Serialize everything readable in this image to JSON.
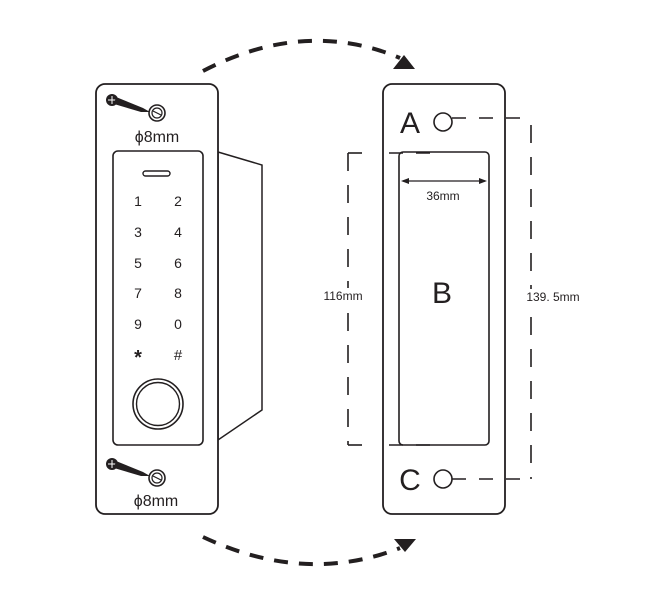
{
  "diagram": {
    "colors": {
      "ink": "#231f20",
      "background": "#ffffff"
    },
    "front_view": {
      "top_hole_label": "ϕ8mm",
      "bottom_hole_label": "ϕ8mm",
      "keypad_keys": [
        "1",
        "2",
        "3",
        "4",
        "5",
        "6",
        "7",
        "8",
        "9",
        "0",
        "*",
        "#"
      ],
      "fingerprint_sensor": "fingerprint-button",
      "indicator": "led-indicator"
    },
    "back_view": {
      "hole_a_label": "A",
      "cutout_label": "B",
      "hole_c_label": "C",
      "cutout_width": "36mm",
      "cutout_height": "116mm",
      "hole_spacing": "139. 5mm"
    },
    "arrows": {
      "top": "flip-arrow-right",
      "bottom": "flip-arrow-right"
    }
  }
}
